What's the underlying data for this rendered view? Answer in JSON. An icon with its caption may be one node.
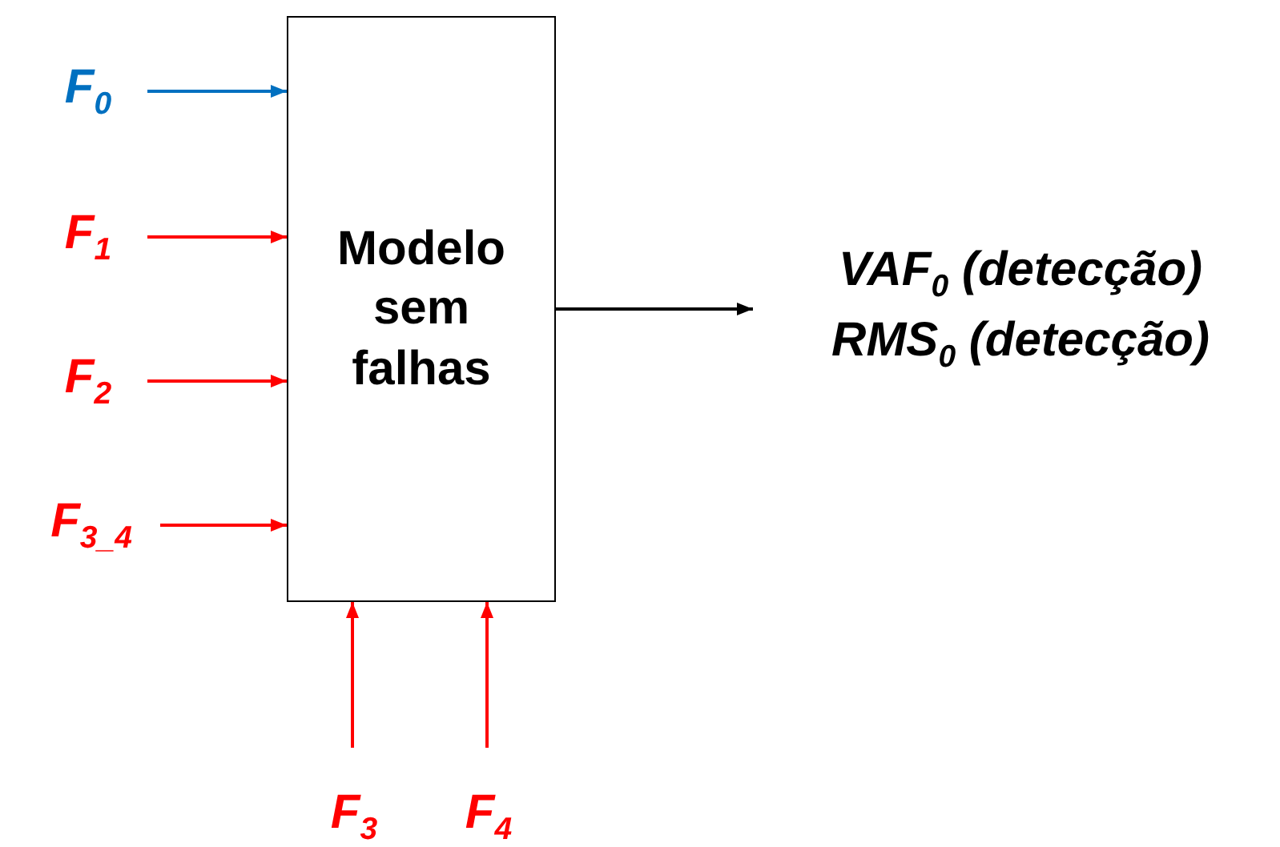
{
  "diagram": {
    "nodes": [
      {
        "text": [
          "Modelo sem falhas"
        ]
      },
      {
        "text": [
          "F$_{0}$"
        ]
      },
      {
        "text": [
          "F$_{1}$"
        ]
      },
      {
        "text": [
          "F$_{2}$"
        ]
      },
      {
        "text": [
          "F$_{3_4}$"
        ]
      },
      {
        "text": [
          "F$_{3}$"
        ]
      },
      {
        "text": [
          "F$_{4}$"
        ]
      },
      {
        "text": [
          "VAF$_{0}$ (detecção)",
          "RMS$_{0}$ (detecção)"
        ]
      }
    ],
    "edges": [
      {
        "from": 1,
        "to": 0,
        "arrow": "to",
        "color": "#0070c0"
      },
      {
        "from": 2,
        "to": 0,
        "arrow": "to"
      },
      {
        "from": 3,
        "to": 0,
        "arrow": "to"
      },
      {
        "from": 4,
        "to": 0,
        "arrow": "to"
      },
      {
        "from": 5,
        "to": 0,
        "arrow": "to"
      },
      {
        "from": 6,
        "to": 0,
        "arrow": "to"
      },
      {
        "from": 0,
        "to": 7,
        "arrow": "to",
        "color": "#000000"
      }
    ]
  }
}
